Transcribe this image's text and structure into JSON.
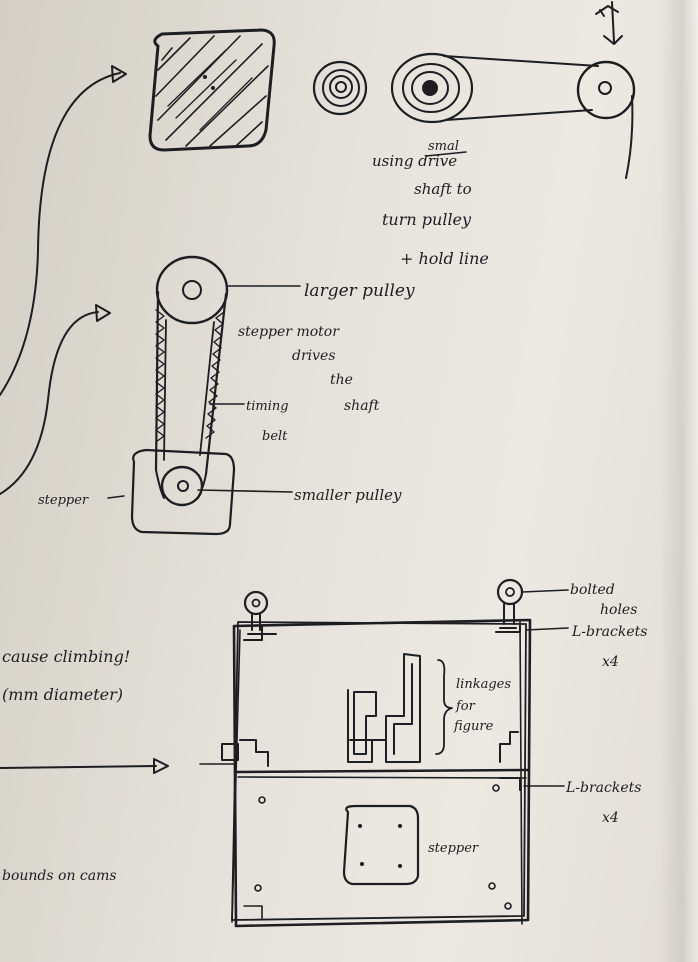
{
  "notes": {
    "drive": [
      "using drive",
      "shaft to",
      "turn pulley",
      "+ hold line"
    ],
    "drive_struck_word": "smal",
    "larger_pulley": "larger pulley",
    "stepper_motor": [
      "stepper motor",
      "drives",
      "the",
      "shaft"
    ],
    "timing_belt": [
      "timing",
      "belt"
    ],
    "stepper": "stepper",
    "smaller_pulley": "smaller pulley",
    "bolted_holes": [
      "bolted",
      "holes"
    ],
    "l_brackets_top": [
      "L-brackets",
      "x4"
    ],
    "l_brackets_mid": [
      "L-brackets",
      "x4"
    ],
    "linkages": [
      "linkages",
      "for",
      "figure"
    ],
    "stepper_box": "stepper",
    "left_cut_1": "cause climbing!",
    "left_cut_2": "(mm diameter)",
    "left_cut_3": "bounds on cams"
  },
  "colors": {
    "ink": "#1d1d22",
    "paper": "#e6e3dc"
  }
}
